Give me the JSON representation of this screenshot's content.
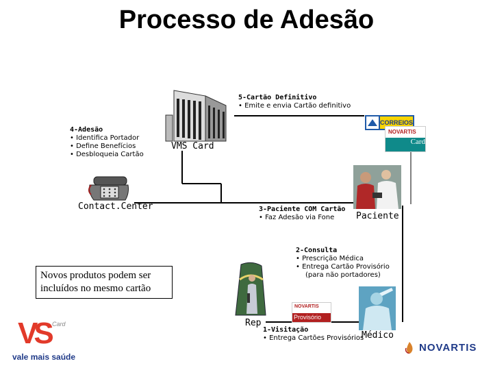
{
  "title": "Processo de Adesão",
  "nodes": {
    "vms": {
      "label": "VMS Card"
    },
    "contact": {
      "label": "Contact.Center"
    },
    "paciente": {
      "label": "Paciente"
    },
    "rep": {
      "label": "Rep"
    },
    "medico": {
      "label": "Médico"
    }
  },
  "steps": {
    "step5": {
      "title": "5-Cartão Definitivo",
      "items": [
        "Emite e envia Cartão definitivo"
      ]
    },
    "step4": {
      "title": "4-Adesão",
      "items": [
        "Identifica Portador",
        "Define Benefícios",
        "Desbloqueia Cartão"
      ]
    },
    "step3": {
      "title": "3-Paciente COM Cartão",
      "items": [
        "Faz Adesão via Fone"
      ]
    },
    "step2": {
      "title": "2-Consulta",
      "items": [
        "Prescrição Médica",
        "Entrega Cartão Provisório"
      ],
      "sub": "(para não portadores)"
    },
    "step1": {
      "title": "1-Visitação",
      "items": [
        "Entrega Cartões Provisórios"
      ]
    }
  },
  "note": {
    "line1": "Novos produtos podem ser",
    "line2": "incluídos no mesmo cartão"
  },
  "brands": {
    "correios": "CORREIOS",
    "novartis_card": "NOVARTIS",
    "card_word": "Card",
    "provisorio_brand": "NOVARTIS",
    "provisorio_word": "Provisório",
    "vms_logo_main": "VS",
    "vms_logo_sub": "vale mais saúde",
    "vms_logo_card": "Card",
    "novartis_logo": "NOVARTIS"
  }
}
